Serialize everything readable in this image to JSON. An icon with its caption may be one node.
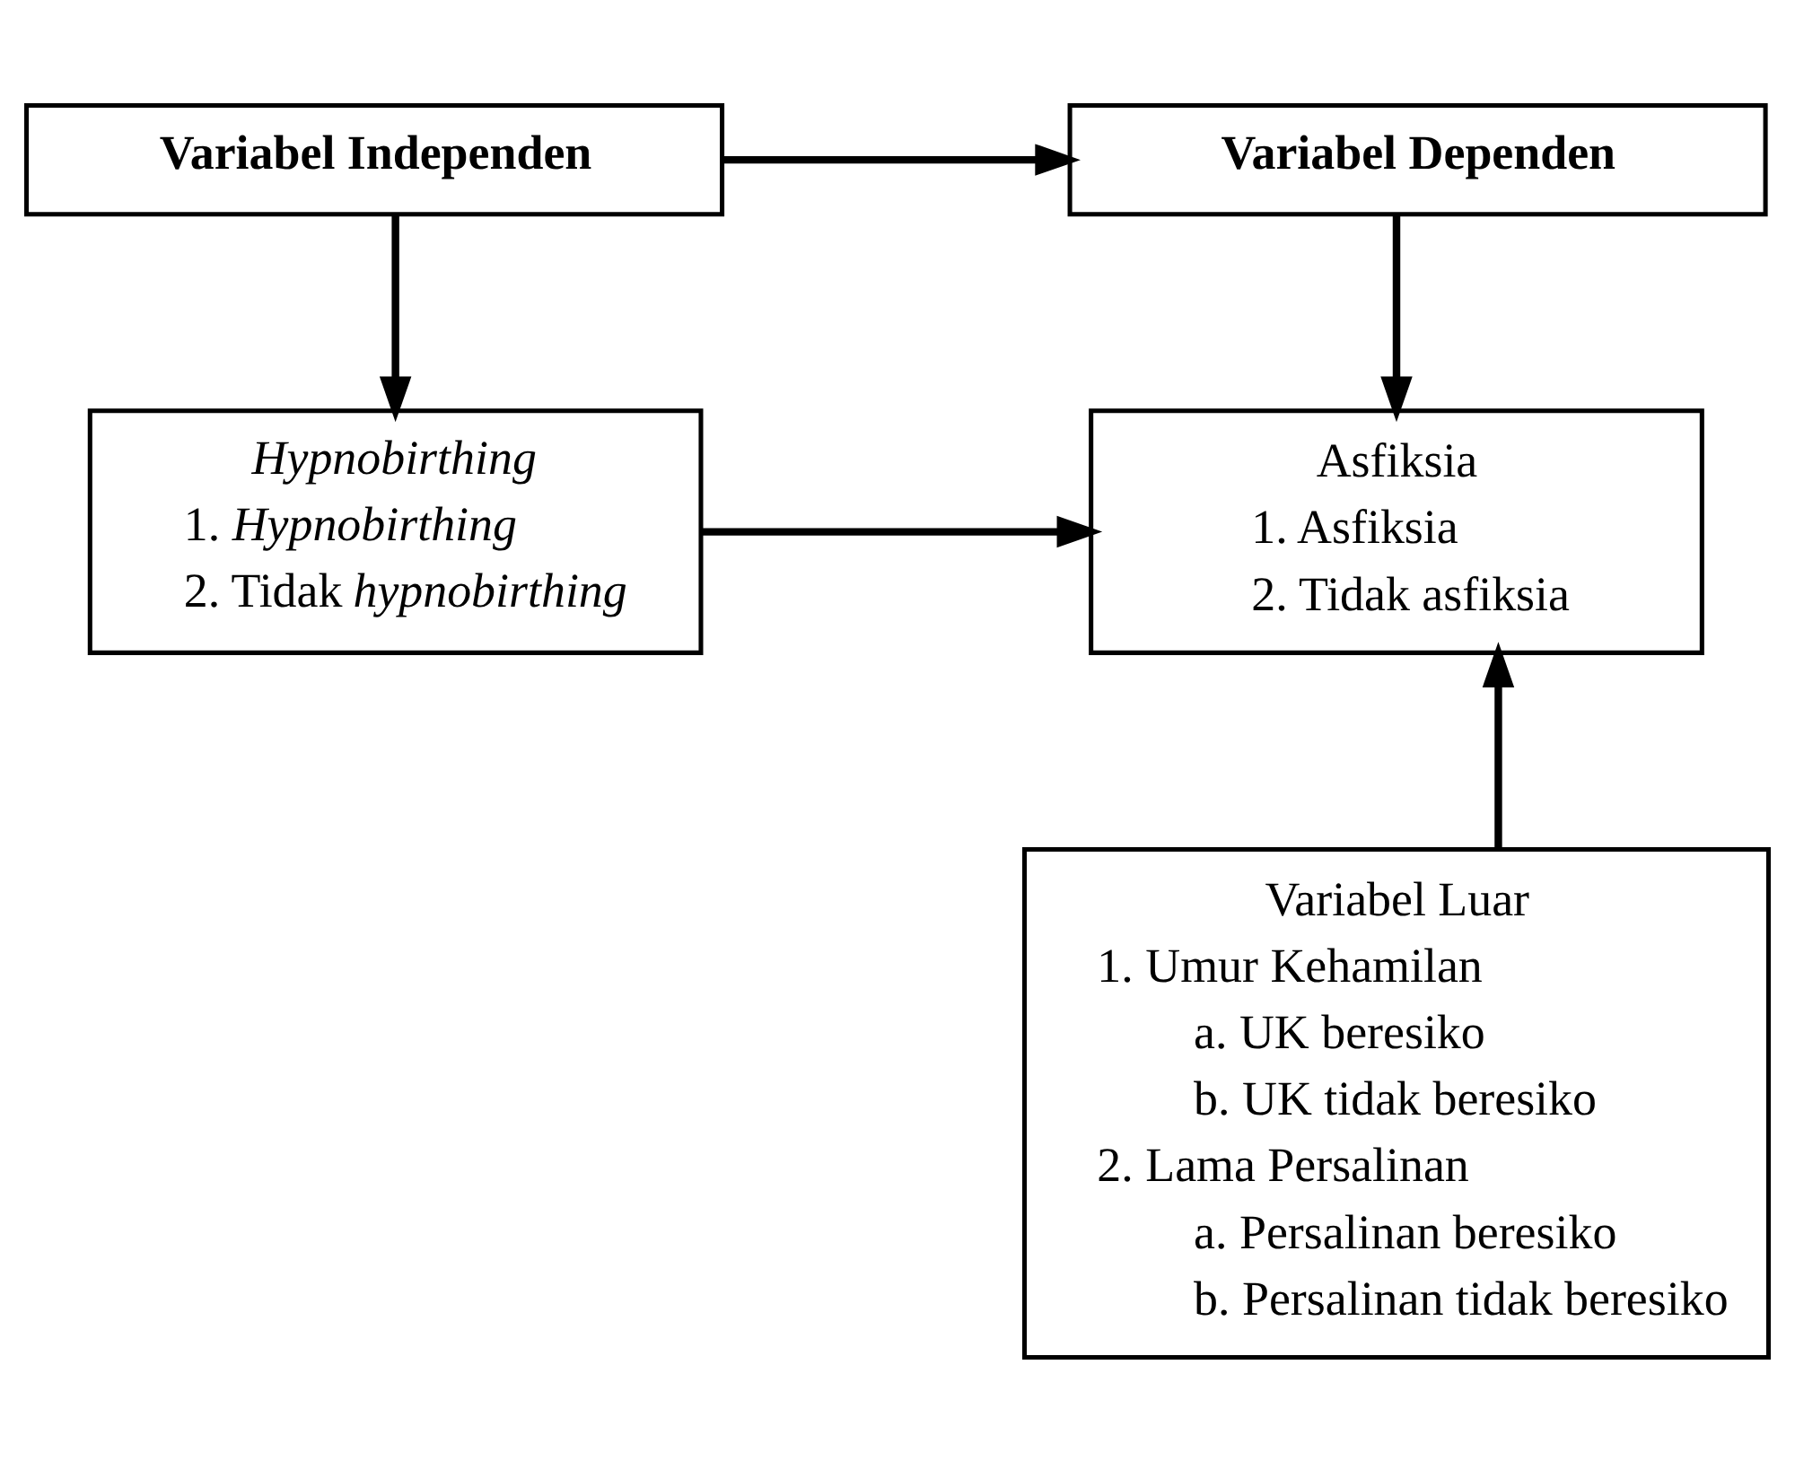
{
  "diagram": {
    "nodes": [
      {
        "text": [
          "Variabel Independen"
        ]
      },
      {
        "text": [
          "Variabel Dependen"
        ]
      },
      {
        "text": [
          "Hypnobirthing",
          "1. *Hypnobirthing*",
          "2. Tidak *hypnobirthing*"
        ]
      },
      {
        "text": [
          "Asfiksia",
          "1. Asfiksia",
          "2. Tidak asfiksia"
        ]
      },
      {
        "text": [
          "Variabel Luar",
          "1. Umur Kehamilan",
          "a. UK beresiko",
          "b. UK tidak beresiko",
          "2. Lama Persalinan",
          "a. Persalinan beresiko",
          "b. Persalinan tidak beresiko"
        ]
      }
    ],
    "edges": [
      {
        "from": 0,
        "to": 1,
        "arrow": "to"
      },
      {
        "from": 0,
        "to": 2,
        "arrow": "to"
      },
      {
        "from": 1,
        "to": 3,
        "arrow": "to"
      },
      {
        "from": 2,
        "to": 3,
        "arrow": "to"
      },
      {
        "from": 4,
        "to": 3,
        "arrow": "to"
      }
    ]
  }
}
